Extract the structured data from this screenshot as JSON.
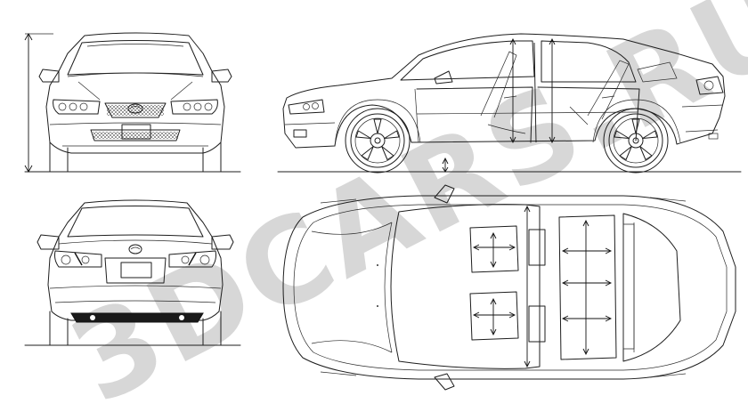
{
  "watermark": {
    "text": "3DCARS.RU",
    "color": "#d7d7d7"
  },
  "views": [
    {
      "name": "front"
    },
    {
      "name": "side"
    },
    {
      "name": "rear"
    },
    {
      "name": "top"
    }
  ],
  "colors": {
    "line": "#1e1e1e",
    "background": "#ffffff"
  }
}
